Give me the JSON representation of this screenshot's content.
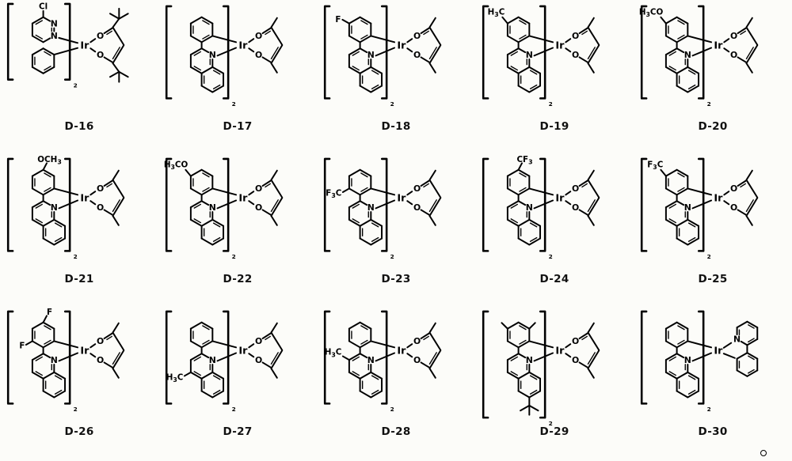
{
  "atoms": {
    "iridium": "Ir",
    "nitrogen": "N",
    "oxygen": "O",
    "bis_subscript": "2"
  },
  "stray_mark": {
    "shape": "small-circle"
  },
  "compounds": [
    {
      "label": "D-16",
      "ligand": "phenyl-pyridazine",
      "ancillary": "tbu-acac",
      "substituents": [
        {
          "text": "Cl",
          "at": "pdz-top"
        }
      ]
    },
    {
      "label": "D-17",
      "ligand": "phenyl-quinoline",
      "ancillary": "acac",
      "substituents": []
    },
    {
      "label": "D-18",
      "ligand": "phenyl-quinoline",
      "ancillary": "acac",
      "substituents": [
        {
          "text": "F",
          "at": "ph-ul"
        }
      ]
    },
    {
      "label": "D-19",
      "ligand": "phenyl-quinoline",
      "ancillary": "acac",
      "substituents": [
        {
          "text": "H3C",
          "at": "ph-ul"
        }
      ]
    },
    {
      "label": "D-20",
      "ligand": "phenyl-quinoline",
      "ancillary": "acac",
      "substituents": [
        {
          "text": "H3CO",
          "at": "ph-ul"
        }
      ]
    },
    {
      "label": "D-21",
      "ligand": "phenyl-quinoline",
      "ancillary": "acac",
      "substituents": [
        {
          "text": "OCH3",
          "at": "ph-top"
        }
      ]
    },
    {
      "label": "D-22",
      "ligand": "phenyl-quinoline",
      "ancillary": "acac",
      "substituents": [
        {
          "text": "H3CO",
          "at": "ph-ul"
        }
      ]
    },
    {
      "label": "D-23",
      "ligand": "phenyl-quinoline",
      "ancillary": "acac",
      "substituents": [
        {
          "text": "F3C",
          "at": "ph-ll"
        }
      ]
    },
    {
      "label": "D-24",
      "ligand": "phenyl-quinoline",
      "ancillary": "acac",
      "substituents": [
        {
          "text": "CF3",
          "at": "ph-top"
        }
      ]
    },
    {
      "label": "D-25",
      "ligand": "phenyl-quinoline",
      "ancillary": "acac",
      "substituents": [
        {
          "text": "F3C",
          "at": "ph-ul"
        }
      ]
    },
    {
      "label": "D-26",
      "ligand": "phenyl-quinoline",
      "ancillary": "acac",
      "substituents": [
        {
          "text": "F",
          "at": "ph-top"
        },
        {
          "text": "F",
          "at": "ph-ll"
        }
      ]
    },
    {
      "label": "D-27",
      "ligand": "phenyl-quinoline",
      "ancillary": "acac",
      "substituents": [
        {
          "text": "H3C",
          "at": "py-ll"
        }
      ]
    },
    {
      "label": "D-28",
      "ligand": "phenyl-quinoline",
      "ancillary": "acac",
      "substituents": [
        {
          "text": "H3C",
          "at": "py-ul"
        }
      ]
    },
    {
      "label": "D-29",
      "ligand": "phenyl-quinoline",
      "ancillary": "acac",
      "tall_bracket": true,
      "substituents": [
        {
          "shape": "methyl-line-pair",
          "at": "ph-me2"
        },
        {
          "shape": "tert-butyl-cross",
          "at": "q-tbu"
        }
      ]
    },
    {
      "label": "D-30",
      "ligand": "phenyl-quinoline",
      "ancillary": "phenylpyridine",
      "substituents": []
    }
  ]
}
